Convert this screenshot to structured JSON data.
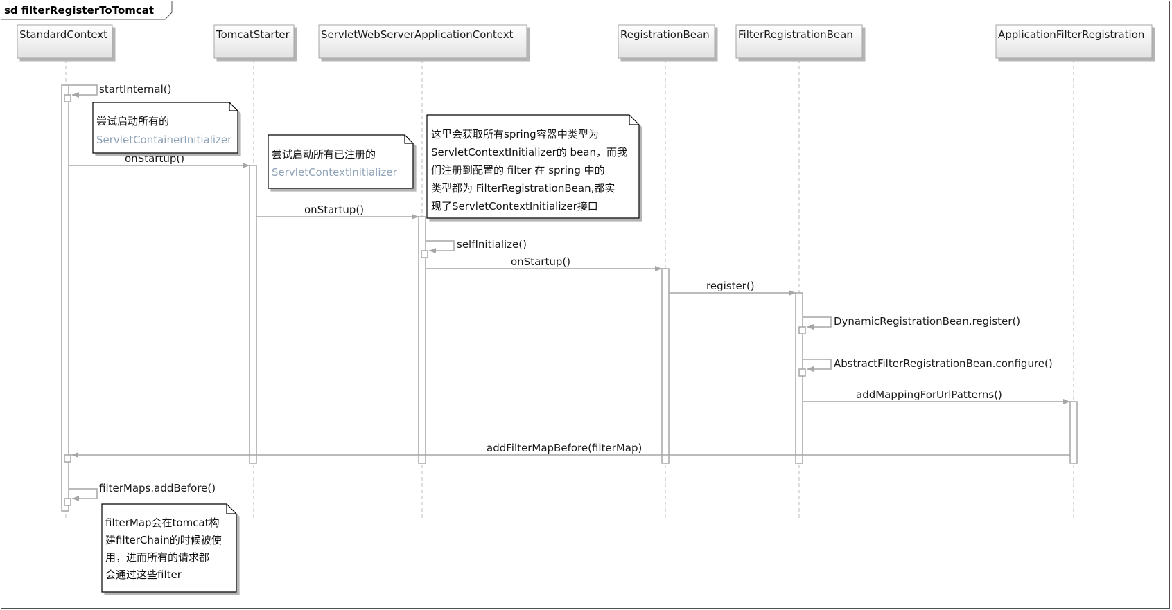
{
  "diagram": {
    "frame_title": "sd filterRegisterToTomcat",
    "participants": [
      {
        "id": "standardcontext",
        "label": "StandardContext"
      },
      {
        "id": "tomcatstarter",
        "label": "TomcatStarter"
      },
      {
        "id": "swsac",
        "label": "ServletWebServerApplicationContext"
      },
      {
        "id": "registrationbean",
        "label": "RegistrationBean"
      },
      {
        "id": "filterregistrationbean",
        "label": "FilterRegistrationBean"
      },
      {
        "id": "applicationfilterregistration",
        "label": "ApplicationFilterRegistration"
      }
    ],
    "messages": [
      {
        "label": "startInternal()",
        "from": "StandardContext",
        "to": "StandardContext"
      },
      {
        "label": "onStartup()",
        "from": "StandardContext",
        "to": "TomcatStarter"
      },
      {
        "label": "onStartup()",
        "from": "TomcatStarter",
        "to": "ServletWebServerApplicationContext"
      },
      {
        "label": "selfInitialize()",
        "from": "ServletWebServerApplicationContext",
        "to": "ServletWebServerApplicationContext"
      },
      {
        "label": "onStartup()",
        "from": "ServletWebServerApplicationContext",
        "to": "RegistrationBean"
      },
      {
        "label": "register()",
        "from": "RegistrationBean",
        "to": "FilterRegistrationBean"
      },
      {
        "label": "DynamicRegistrationBean.register()",
        "from": "FilterRegistrationBean",
        "to": "FilterRegistrationBean"
      },
      {
        "label": "AbstractFilterRegistrationBean.configure()",
        "from": "FilterRegistrationBean",
        "to": "FilterRegistrationBean"
      },
      {
        "label": "addMappingForUrlPatterns()",
        "from": "FilterRegistrationBean",
        "to": "ApplicationFilterRegistration"
      },
      {
        "label": "addFilterMapBefore(filterMap)",
        "from": "ApplicationFilterRegistration",
        "to": "StandardContext"
      },
      {
        "label": "filterMaps.addBefore()",
        "from": "StandardContext",
        "to": "StandardContext"
      }
    ],
    "notes": [
      {
        "lines": [
          "尝试启动所有的",
          "ServletContainerInitializer"
        ]
      },
      {
        "lines": [
          "尝试启动所有已注册的",
          "ServletContextInitializer"
        ]
      },
      {
        "lines": [
          "这里会获取所有spring容器中类型为",
          "ServletContextInitializer的 bean，而我",
          "们注册到配置的 filter 在 spring 中的",
          "类型都为 FilterRegistrationBean,都实",
          "现了ServletContextInitializer接口"
        ]
      },
      {
        "lines": [
          "filterMap会在tomcat构",
          "建filterChain的时候被使",
          "用，进而所有的请求都",
          "会通过这些filter"
        ]
      }
    ],
    "colors": {
      "line": "#a6a6a6",
      "lifeline": "#c0c0c0",
      "head_fill": "#ececec",
      "note_border": "#000000",
      "note_code_text": "#8fa3b8"
    }
  }
}
